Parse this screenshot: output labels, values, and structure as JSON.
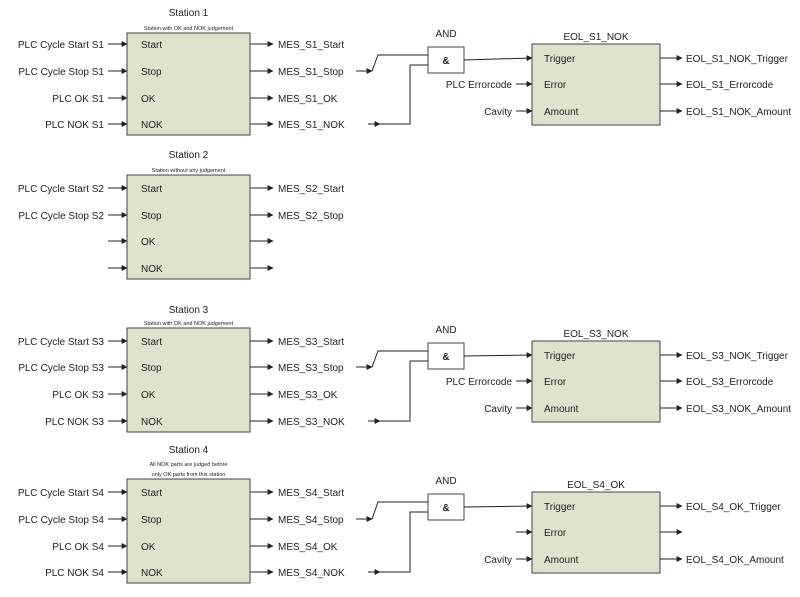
{
  "stations": [
    {
      "title": "Station 1",
      "subtitle": [
        "Station with OK and NOK judgement"
      ],
      "inputs": [
        "PLC Cycle Start S1",
        "PLC Cycle Stop S1",
        "PLC OK S1",
        "PLC NOK S1"
      ],
      "ports": [
        "Start",
        "Stop",
        "OK",
        "NOK"
      ],
      "outputs": [
        "MES_S1_Start",
        "MES_S1_Stop",
        "MES_S1_OK",
        "MES_S1_NOK"
      ],
      "and": {
        "label": "AND",
        "symbol": "&"
      },
      "eol": {
        "title": "EOL_S1_NOK",
        "inputs": [
          "",
          "PLC Errorcode",
          "Cavity"
        ],
        "ports": [
          "Trigger",
          "Error",
          "Amount"
        ],
        "outputs": [
          "EOL_S1_NOK_Trigger",
          "EOL_S1_Errorcode",
          "EOL_S1_NOK_Amount"
        ]
      }
    },
    {
      "title": "Station 2",
      "subtitle": [
        "Station without any judgement"
      ],
      "inputs": [
        "PLC Cycle Start S2",
        "PLC Cycle Stop S2",
        "",
        ""
      ],
      "ports": [
        "Start",
        "Stop",
        "OK",
        "NOK"
      ],
      "outputs": [
        "MES_S2_Start",
        "MES_S2_Stop",
        "",
        ""
      ]
    },
    {
      "title": "Station 3",
      "subtitle": [
        "Station with OK and NOK judgement"
      ],
      "inputs": [
        "PLC Cycle Start S3",
        "PLC Cycle Stop S3",
        "PLC OK S3",
        "PLC NOK S3"
      ],
      "ports": [
        "Start",
        "Stop",
        "OK",
        "NOK"
      ],
      "outputs": [
        "MES_S3_Start",
        "MES_S3_Stop",
        "MES_S3_OK",
        "MES_S3_NOK"
      ],
      "and": {
        "label": "AND",
        "symbol": "&"
      },
      "eol": {
        "title": "EOL_S3_NOK",
        "inputs": [
          "",
          "PLC Errorcode",
          "Cavity"
        ],
        "ports": [
          "Trigger",
          "Error",
          "Amount"
        ],
        "outputs": [
          "EOL_S3_NOK_Trigger",
          "EOL_S3_Errorcode",
          "EOL_S3_NOK_Amount"
        ]
      }
    },
    {
      "title": "Station 4",
      "subtitle": [
        "All NOK parts are judged before",
        "only OK parts from this station"
      ],
      "inputs": [
        "PLC Cycle Start S4",
        "PLC Cycle Stop S4",
        "PLC OK S4",
        "PLC NOK S4"
      ],
      "ports": [
        "Start",
        "Stop",
        "OK",
        "NOK"
      ],
      "outputs": [
        "MES_S4_Start",
        "MES_S4_Stop",
        "MES_S4_OK",
        "MES_S4_NOK"
      ],
      "and": {
        "label": "AND",
        "symbol": "&"
      },
      "eol": {
        "title": "EOL_S4_OK",
        "inputs": [
          "",
          "",
          "Cavity"
        ],
        "ports": [
          "Trigger",
          "Error",
          "Amount"
        ],
        "outputs": [
          "EOL_S4_OK_Trigger",
          "",
          "EOL_S4_OK_Amount"
        ]
      }
    }
  ],
  "colors": {
    "block_fill": "#dde3cc",
    "block_stroke": "#444444",
    "wire": "#222222"
  }
}
